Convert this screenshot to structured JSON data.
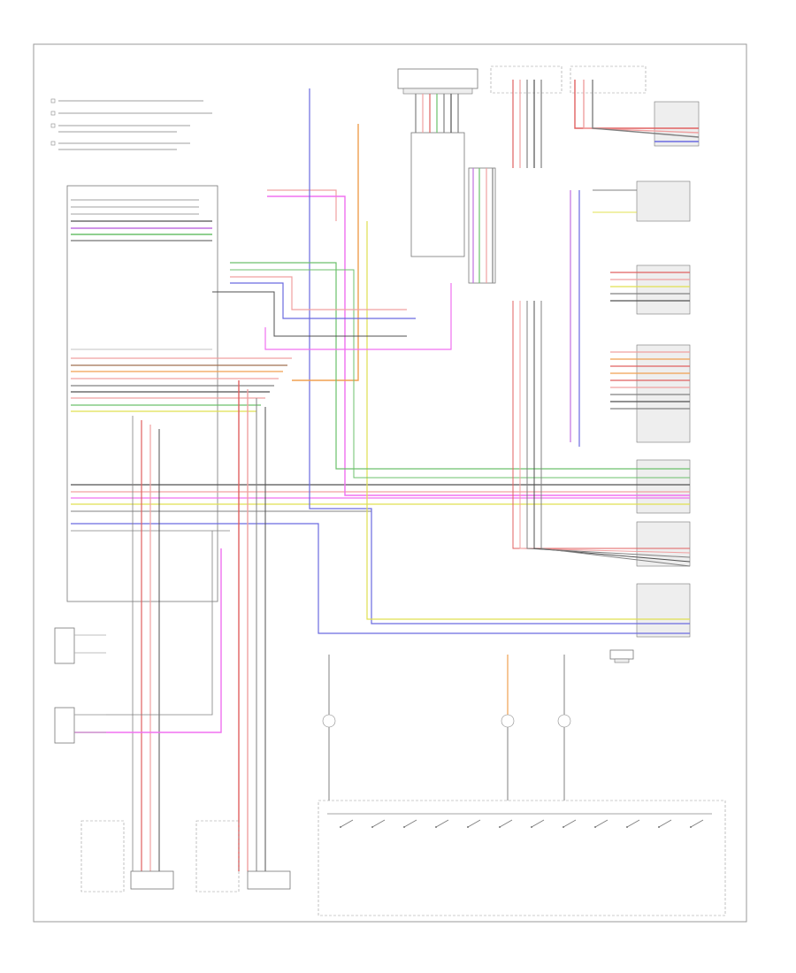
{
  "diagram": {
    "footer_code": "",
    "colors": {
      "frame": "#9a9a9a",
      "red": "#e06060",
      "pink": "#f0a0a0",
      "blue": "#6a6ae0",
      "green": "#6cc06c",
      "yellow": "#e0e050",
      "orange": "#f0a050",
      "violet": "#c070e0",
      "magenta": "#f070f0",
      "brown": "#a07050",
      "gray": "#808080",
      "dark": "#505050"
    },
    "notes": [
      "",
      "",
      "",
      ""
    ],
    "components": [
      {
        "id": "audio_unit",
        "label": ""
      },
      {
        "id": "steering_switch",
        "label": ""
      },
      {
        "id": "bluetooth_unit",
        "label": ""
      },
      {
        "id": "rt_speakers",
        "label": ""
      },
      {
        "id": "lf_speakers",
        "label": ""
      }
    ]
  }
}
